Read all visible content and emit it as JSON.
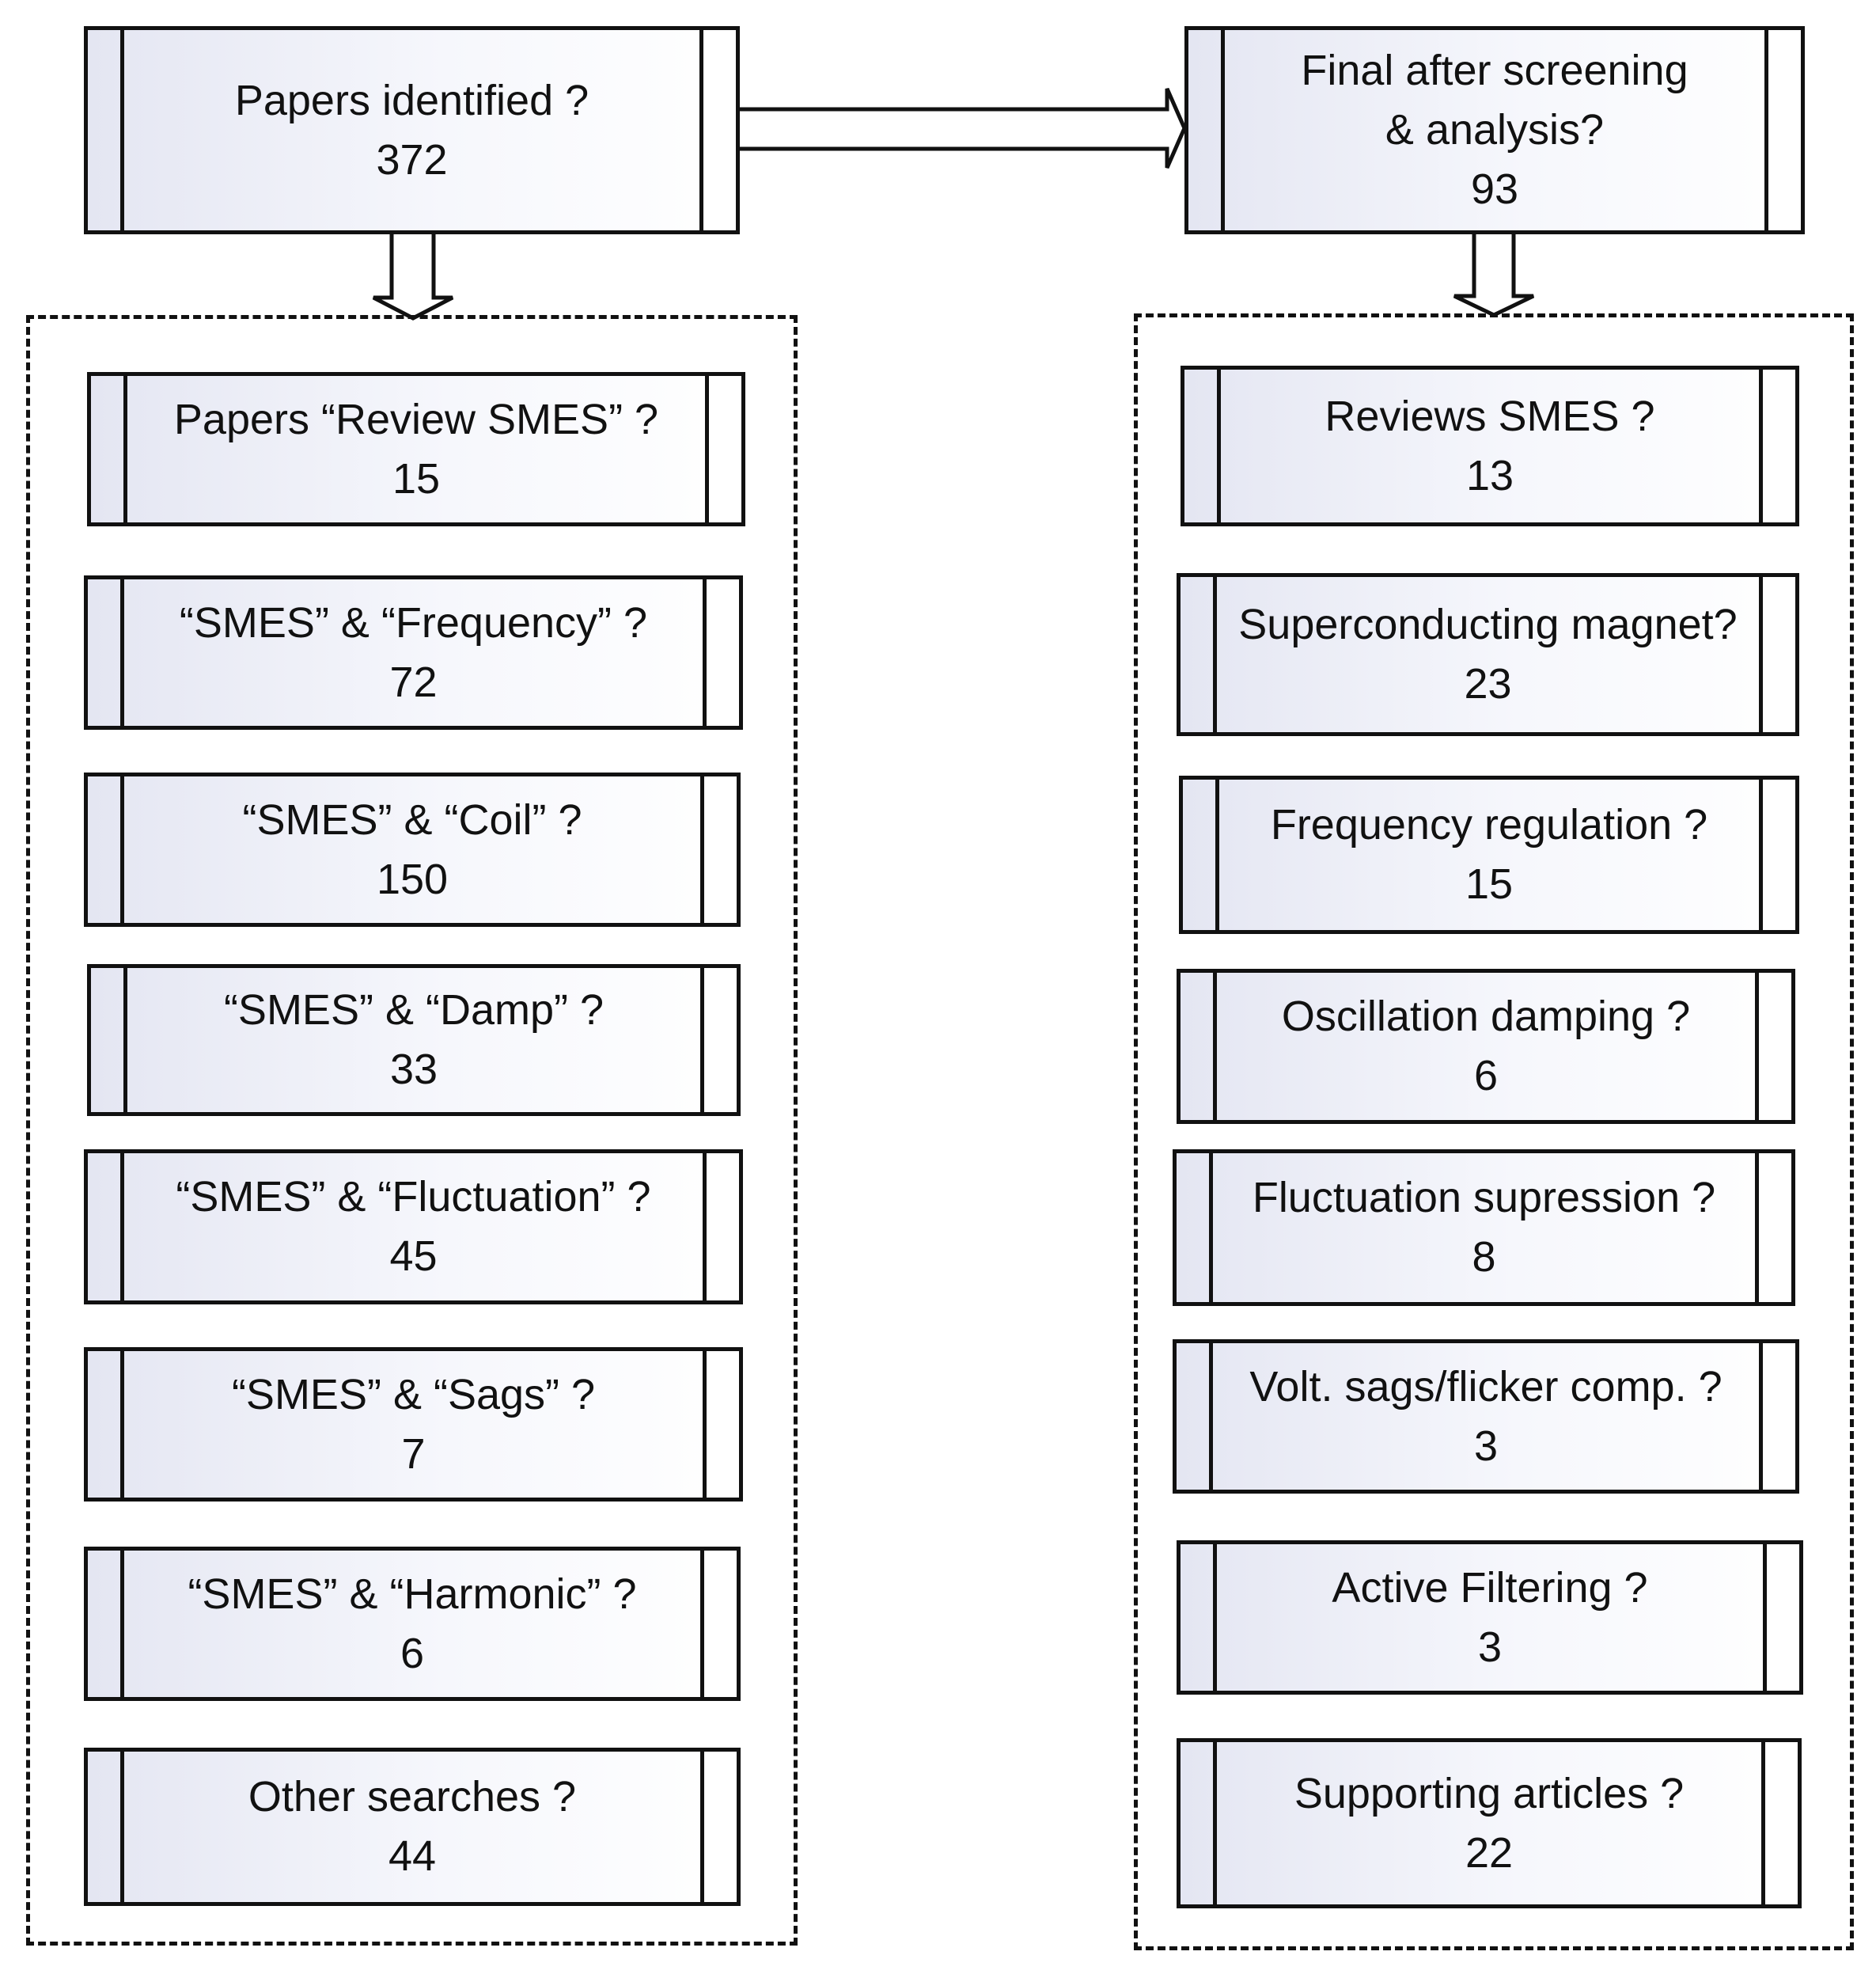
{
  "left_column": {
    "top": {
      "label": "Papers identified ?",
      "count": "372"
    },
    "items": [
      {
        "label": "Papers “Review SMES” ?",
        "count": "15"
      },
      {
        "label": "“SMES” & “Frequency” ?",
        "count": "72"
      },
      {
        "label": "“SMES” & “Coil” ?",
        "count": "150"
      },
      {
        "label": "“SMES” & “Damp” ?",
        "count": "33"
      },
      {
        "label": "“SMES” & “Fluctuation” ?",
        "count": "45"
      },
      {
        "label": "“SMES” & “Sags” ?",
        "count": "7"
      },
      {
        "label": "“SMES” & “Harmonic” ?",
        "count": "6"
      },
      {
        "label": "Other searches ?",
        "count": "44"
      }
    ]
  },
  "right_column": {
    "top": {
      "line1": "Final after screening",
      "line2": "& analysis?",
      "count": "93"
    },
    "items": [
      {
        "label": "Reviews SMES ?",
        "count": "13"
      },
      {
        "label": "Superconducting magnet?",
        "count": "23"
      },
      {
        "label": "Frequency regulation ?",
        "count": "15"
      },
      {
        "label": "Oscillation damping ?",
        "count": "6"
      },
      {
        "label": "Fluctuation supression ?",
        "count": "8"
      },
      {
        "label": "Volt. sags/flicker comp. ?",
        "count": "3"
      },
      {
        "label": "Active Filtering ?",
        "count": "3"
      },
      {
        "label": "Supporting articles ?",
        "count": "22"
      }
    ]
  }
}
